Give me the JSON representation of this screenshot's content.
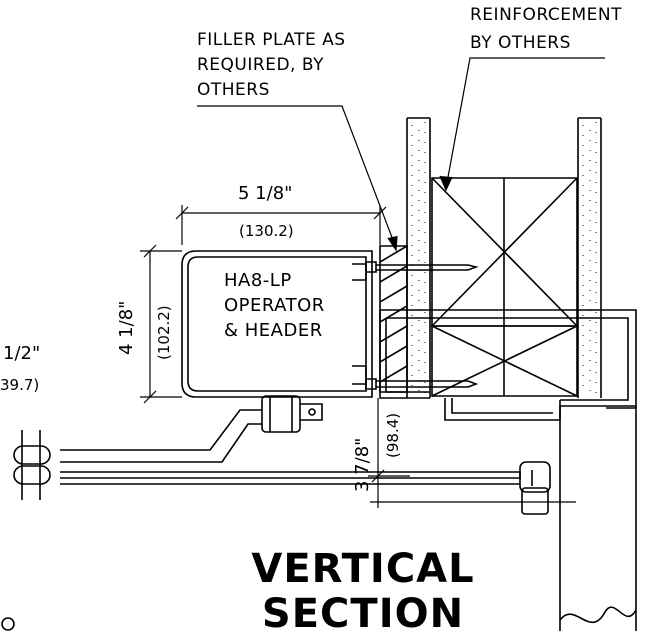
{
  "notes": {
    "reinforcement": [
      "REINFORCEMENT",
      "BY OTHERS"
    ],
    "filler_plate": [
      "FILLER PLATE AS",
      "REQUIRED, BY",
      "OTHERS"
    ],
    "operator": [
      "HA8-LP",
      "OPERATOR",
      "& HEADER"
    ]
  },
  "dimensions": {
    "width_imperial": "5 1/8\"",
    "width_metric": "(130.2)",
    "height_imperial": "4 1/8\"",
    "height_metric": "(102.2)",
    "offset_imperial": "3 7/8\"",
    "offset_metric": "(98.4)",
    "partial_imperial": "1/2\"",
    "partial_metric": "39.7)"
  },
  "title": [
    "VERTICAL",
    "SECTION"
  ],
  "colors": {
    "line": "#000000",
    "background": "#ffffff"
  }
}
